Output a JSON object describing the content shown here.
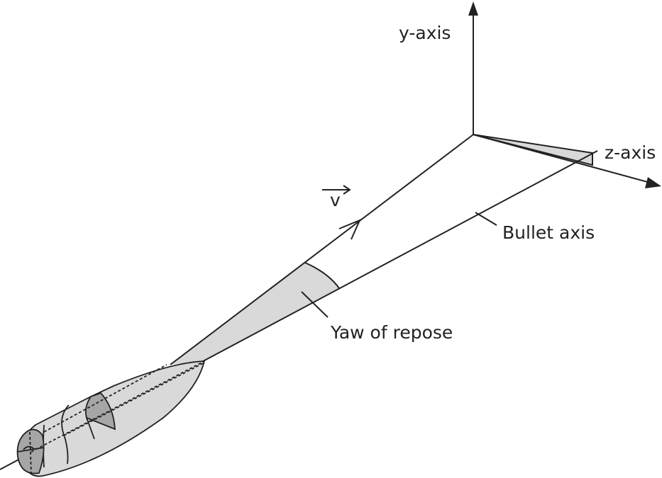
{
  "labels": {
    "y_axis": "y-axis",
    "z_axis": "z-axis",
    "velocity": "v",
    "bullet_axis": "Bullet axis",
    "yaw": "Yaw of repose"
  },
  "colors": {
    "line": "#222222",
    "fill": "#d9d9d9",
    "dark_fill": "#a6a6a6"
  }
}
